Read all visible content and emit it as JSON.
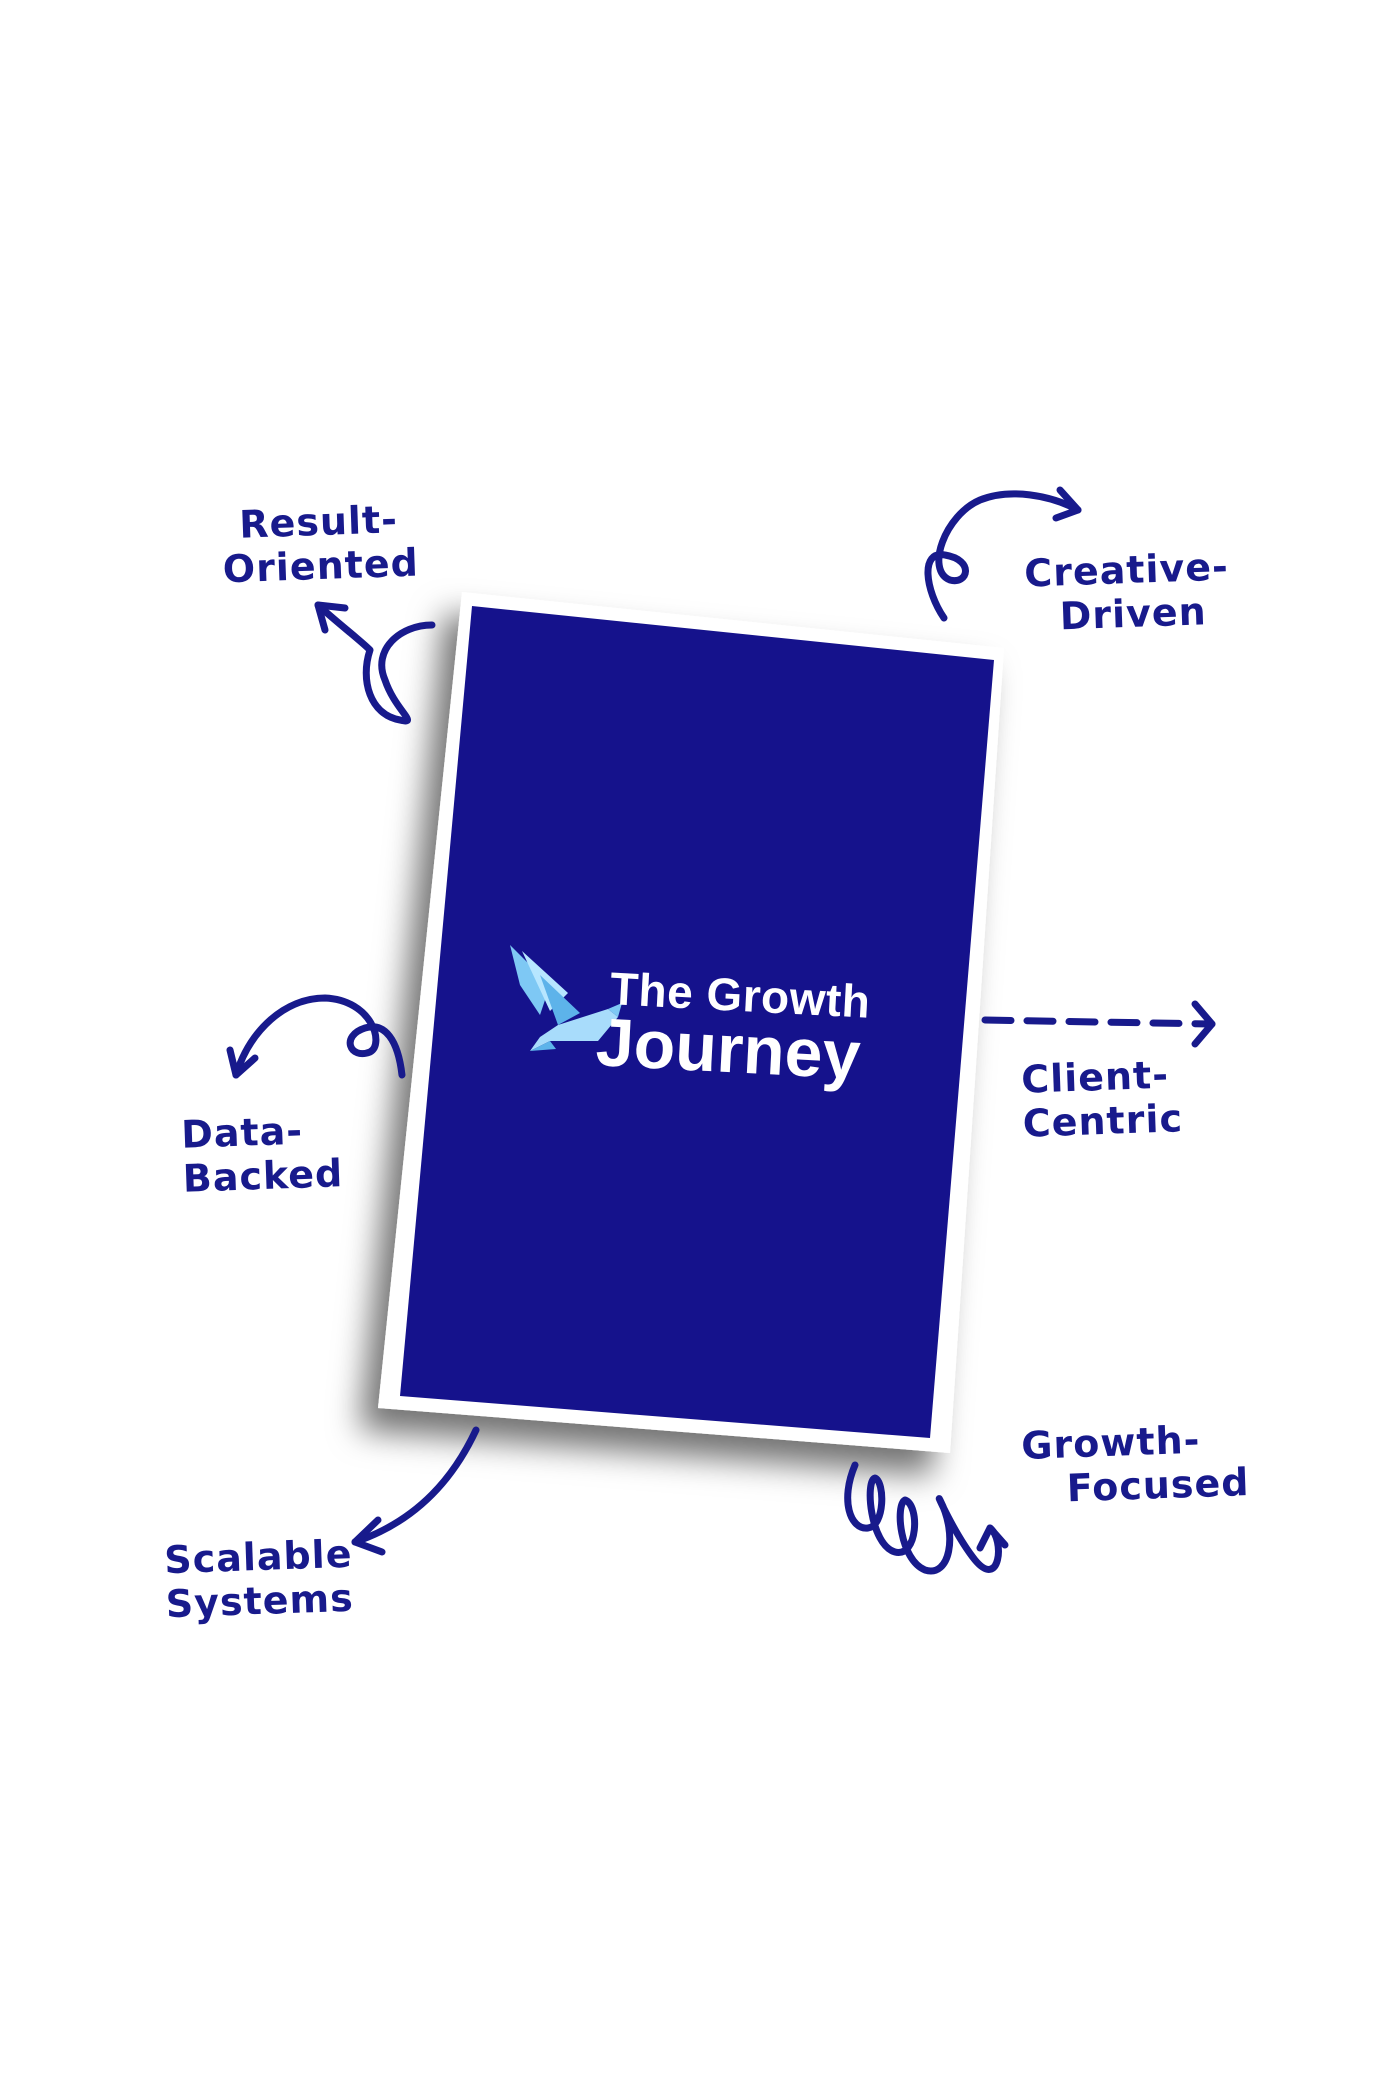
{
  "brand": {
    "line1": "The Growth",
    "line2": "Journey",
    "logo_icon": "bird-icon"
  },
  "labels": {
    "result_oriented": [
      "Result-",
      "Oriented"
    ],
    "creative_driven": [
      "Creative-",
      "Driven"
    ],
    "data_backed": [
      "Data-",
      "Backed"
    ],
    "client_centric": [
      "Client-",
      "Centric"
    ],
    "scalable_systems": [
      "Scalable",
      "Systems"
    ],
    "growth_focused": [
      "Growth-",
      "Focused"
    ]
  },
  "colors": {
    "card": "#15128c",
    "ink": "#181a8c",
    "logo_light": "#8fd3ff"
  }
}
